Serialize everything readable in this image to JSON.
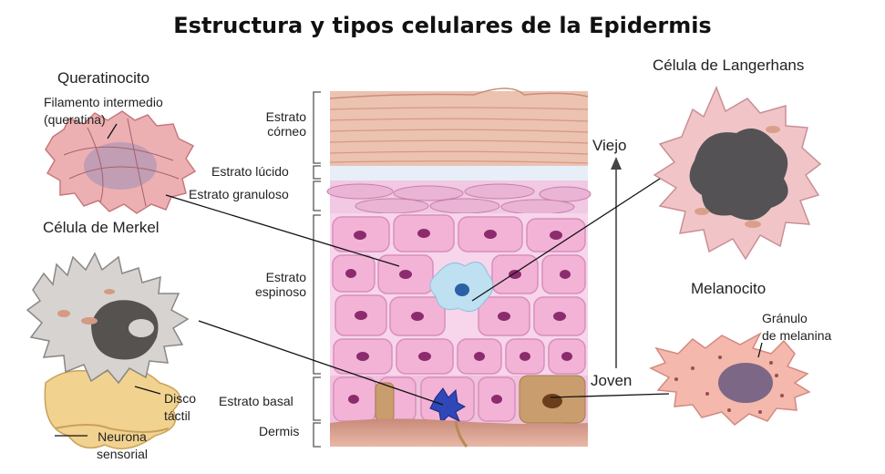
{
  "title": "Estructura y tipos celulares de la Epidermis",
  "strata": {
    "corneo": "Estrato\ncórneo",
    "lucido": "Estrato lúcido",
    "granuloso": "Estrato granuloso",
    "espinoso": "Estrato\nespinoso",
    "basal": "Estrato basal",
    "dermis": "Dermis"
  },
  "cells": {
    "queratinocito": "Queratinocito",
    "filamento": "Filamento intermedio\n(queratina)",
    "merkel": "Célula de Merkel",
    "disco": "Disco\ntáctil",
    "neurona": "Neurona\nsensorial",
    "langerhans": "Célula de Langerhans",
    "melanocito": "Melanocito",
    "granulo": "Gránulo\nde melanina"
  },
  "arrow": {
    "top": "Viejo",
    "bottom": "Joven"
  },
  "colors": {
    "corneum": "#ecc2b0",
    "spinosum_cell": "#f3b3d6",
    "nucleus": "#8b2c6e",
    "basal_cell": "#c99d6e",
    "dermis": "#d89a8c",
    "langerhans": "#f1c5c8",
    "melanocyte": "#f4b8ac",
    "merkel": "#c9c6c4",
    "neuron": "#f2d28f"
  }
}
